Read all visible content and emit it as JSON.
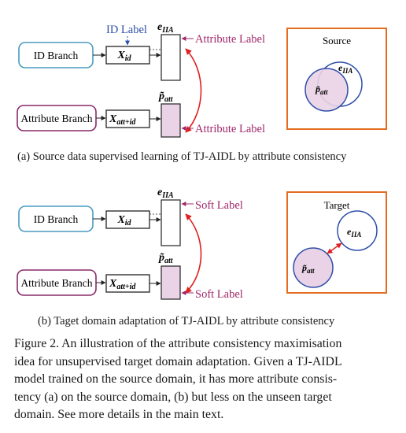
{
  "panels": [
    {
      "id_label": "ID Label",
      "id_branch": "ID Branch",
      "attr_branch": "Attribute Branch",
      "x_id": "X",
      "x_id_sub": "id",
      "x_att": "X",
      "x_att_sub": "att+id",
      "e_main": "e",
      "e_sub": "IIA",
      "p_main": "p̃",
      "p_sub": "att",
      "top_label": "Attribute Label",
      "bottom_label": "Attribute Label",
      "box_title": "Source",
      "caption": "(a)  Source data supervised learning of TJ-AIDL by attribute consistency"
    },
    {
      "id_branch": "ID Branch",
      "attr_branch": "Attribute Branch",
      "x_id": "X",
      "x_id_sub": "id",
      "x_att": "X",
      "x_att_sub": "att+id",
      "e_main": "e",
      "e_sub": "IIA",
      "p_main": "p̃",
      "p_sub": "att",
      "top_label": "Soft Label",
      "bottom_label": "Soft Label",
      "box_title": "Target",
      "caption": "(b)  Taget domain adaptation of TJ-AIDL by attribute consistency"
    }
  ],
  "figure_caption": [
    "Figure 2. An illustration of the attribute consistency maximisation",
    "idea for unsupervised target domain adaptation. Given a TJ-AIDL",
    "model trained on the source domain, it has more attribute consis-",
    "tency (a) on the source domain, (b) but less on the unseen target",
    "domain. See more details in the main text."
  ],
  "colors": {
    "id_branch_border": "#4a9bbf",
    "attr_branch_border": "#8a2a6a",
    "label_text": "#a0286a",
    "id_label_text": "#2e4fa8",
    "orange_box": "#e36c1e",
    "red_arrow": "#e02020",
    "att_fill": "#ead3e6"
  }
}
